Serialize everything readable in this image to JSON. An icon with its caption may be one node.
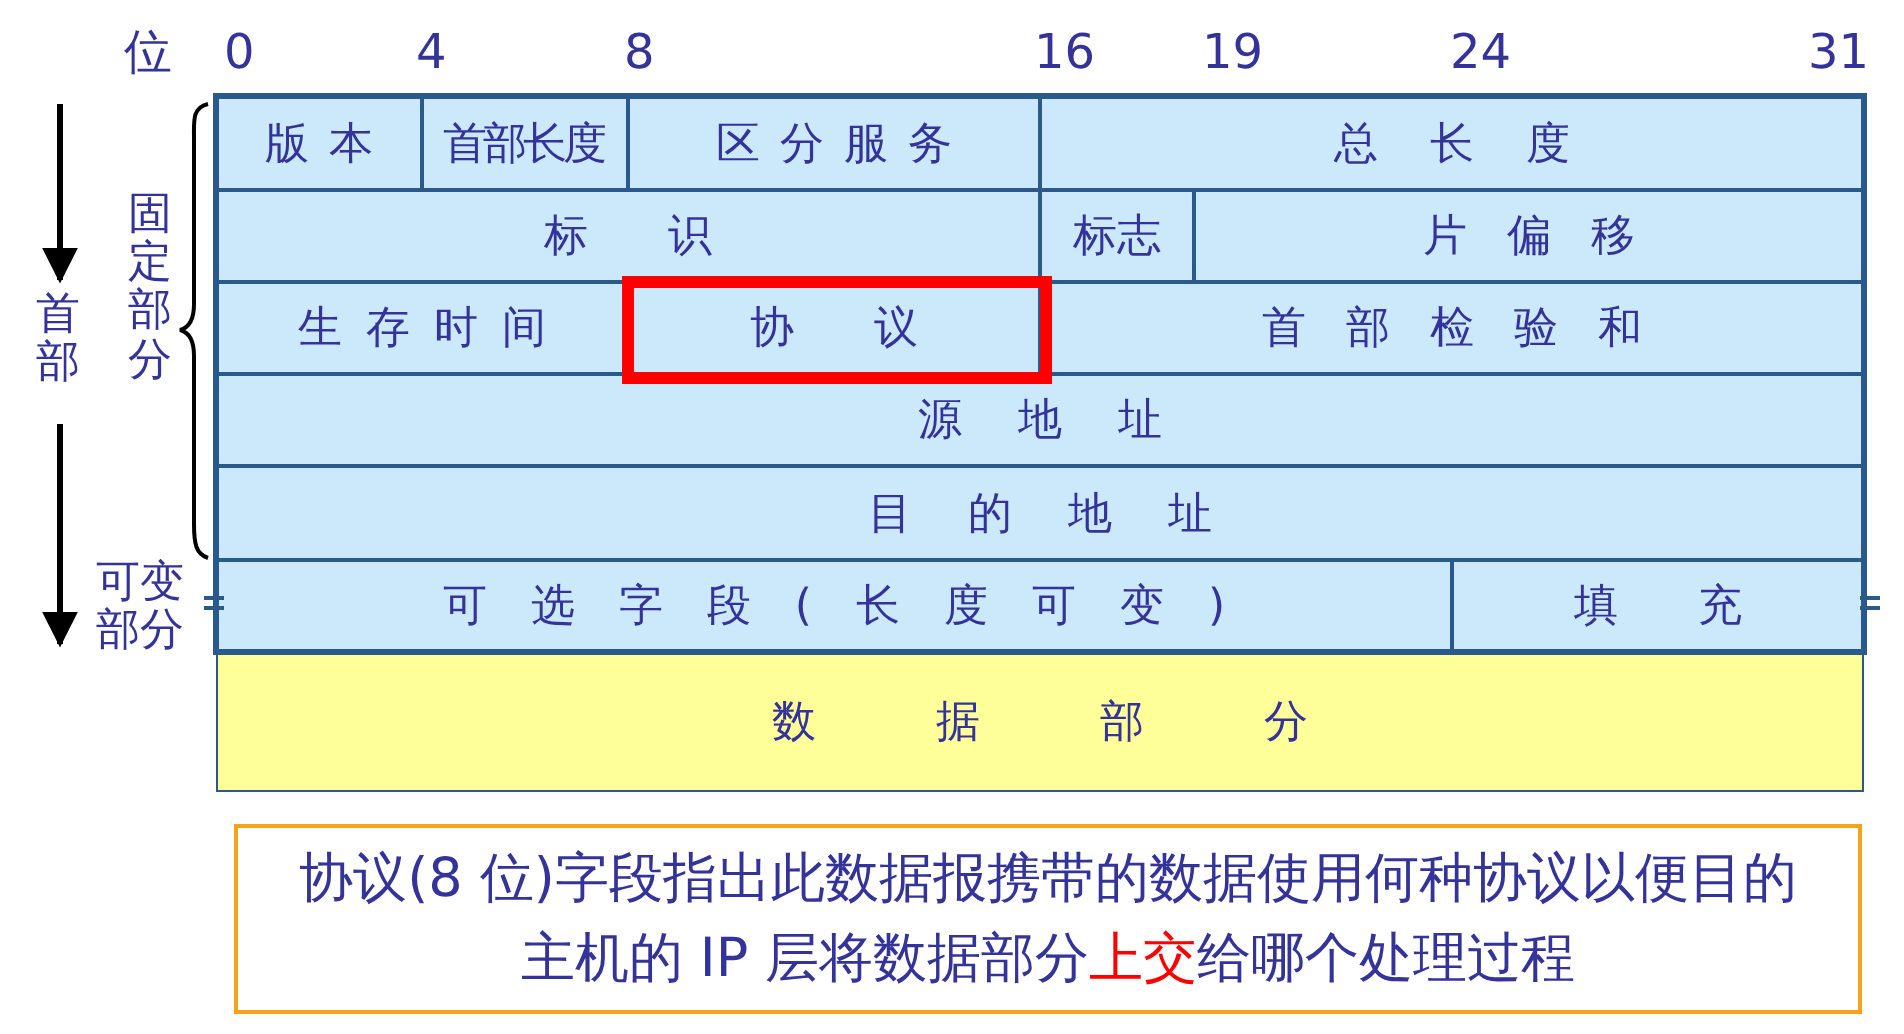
{
  "diagram": {
    "nodes": [
      {
        "text": [
          "版本"
        ]
      },
      {
        "text": [
          "首部长度"
        ]
      },
      {
        "text": [
          "区分服务"
        ]
      },
      {
        "text": [
          "总长度"
        ]
      },
      {
        "text": [
          "标识"
        ]
      },
      {
        "text": [
          "标志"
        ]
      },
      {
        "text": [
          "片偏移"
        ]
      },
      {
        "text": [
          "生存时间"
        ]
      },
      {
        "text": [
          "协议"
        ]
      },
      {
        "text": [
          "首部检验和"
        ]
      },
      {
        "text": [
          "源地址"
        ]
      },
      {
        "text": [
          "目的地址"
        ]
      },
      {
        "text": [
          "可选字段(长度可变)"
        ]
      },
      {
        "text": [
          "填充"
        ]
      },
      {
        "text": [
          "数据部分"
        ]
      },
      {
        "text": [
          "协议(8 位)字段指出此数据报携带的数据使用何种协议以便目的主机的 IP 层将数据部分",
          "上交",
          "给哪个处理过程"
        ]
      }
    ],
    "edges": [],
    "labels": [
      "位",
      "0",
      "4",
      "8",
      "16",
      "19",
      "24",
      "31",
      "首部",
      "固定部分",
      "可变部分"
    ]
  }
}
